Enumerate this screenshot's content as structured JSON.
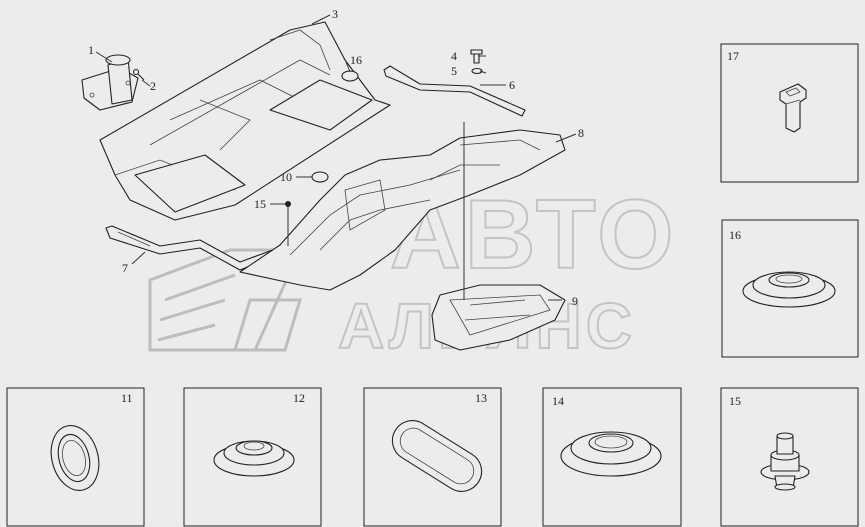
{
  "watermark": {
    "line1": "АВТО",
    "line2": "АЛЬЯНС"
  },
  "callouts": [
    "1",
    "2",
    "3",
    "4",
    "5",
    "6",
    "7",
    "8",
    "9",
    "10",
    "15",
    "16"
  ],
  "detail_boxes": [
    {
      "label": "17"
    },
    {
      "label": "16"
    },
    {
      "label": "11"
    },
    {
      "label": "12"
    },
    {
      "label": "13"
    },
    {
      "label": "14"
    },
    {
      "label": "15"
    }
  ],
  "colors": {
    "background": "#ececec",
    "line": "#222222",
    "watermark": "#bdbdbd"
  }
}
